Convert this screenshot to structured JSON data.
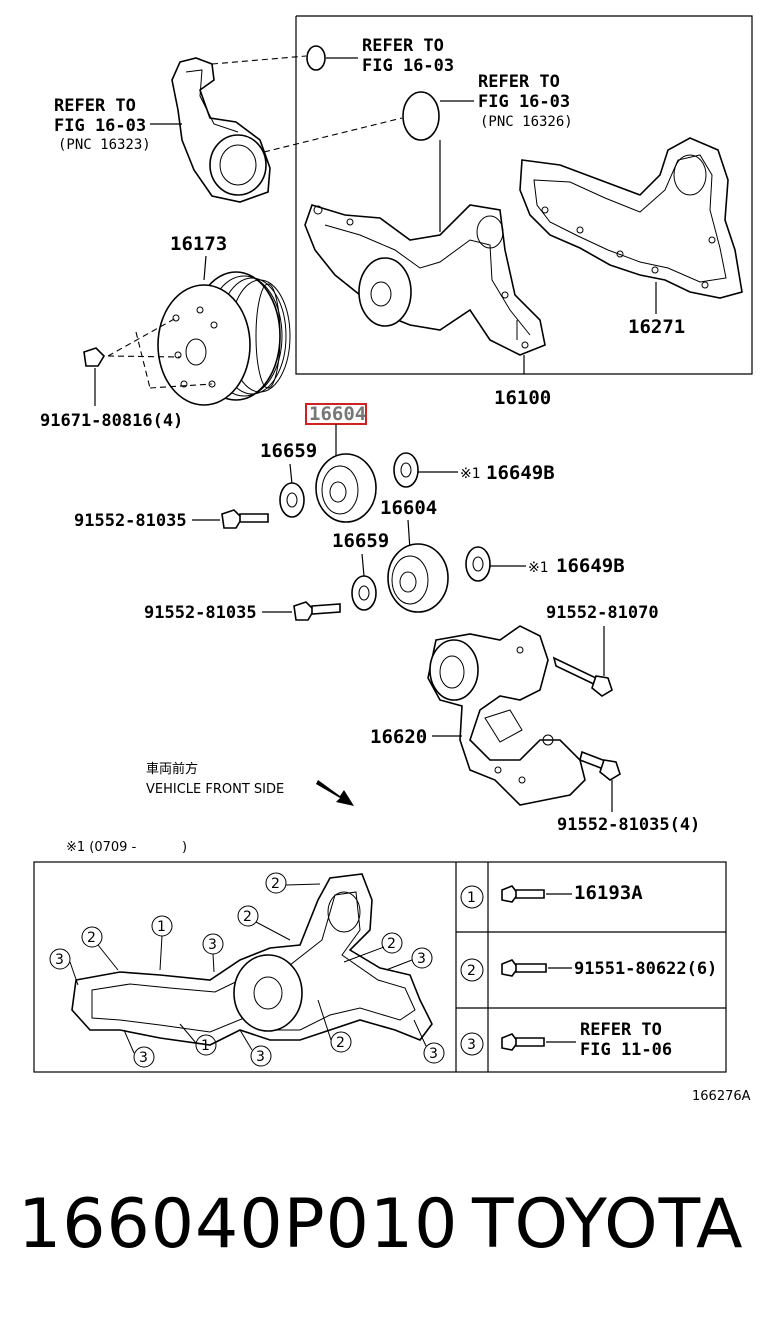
{
  "labels": {
    "refer_fig1_a": "REFER TO",
    "refer_fig1_b": "FIG 16-03",
    "refer_fig2_a": "REFER TO",
    "refer_fig2_b": "FIG 16-03",
    "refer_fig2_c": "(PNC 16326)",
    "refer_fig3_a": "REFER TO",
    "refer_fig3_b": "FIG 16-03",
    "refer_fig3_c": "(PNC 16323)",
    "p16173": "16173",
    "p16271": "16271",
    "p16100": "16100",
    "p91671": "91671-80816(4)",
    "p16604_hl": "16604",
    "p16659_a": "16659",
    "p16649b_a": "16649B",
    "mark_a": "※1",
    "p91552_a": "91552-81035",
    "p16604_b": "16604",
    "p16659_b": "16659",
    "p16649b_b": "16649B",
    "mark_b": "※1",
    "p91552_b": "91552-81035",
    "p91552_81070": "91552-81070",
    "p16620": "16620",
    "p91552_4": "91552-81035(4)",
    "front_jp": "車両前方",
    "front_en": "VEHICLE FRONT SIDE",
    "note_mark": "※1 (0709 -",
    "note_close": ")",
    "legend_1": "16193A",
    "legend_2": "91551-80622(6)",
    "legend_3a": "REFER TO",
    "legend_3b": "FIG 11-06",
    "fig_code": "166276A"
  },
  "callouts": {
    "one": "1",
    "two": "2",
    "three": "3"
  },
  "footer": {
    "part_number": "166040P010",
    "brand": "TOYOTA"
  },
  "colors": {
    "highlight": "#cc2222",
    "highlight_text": "#777777"
  }
}
